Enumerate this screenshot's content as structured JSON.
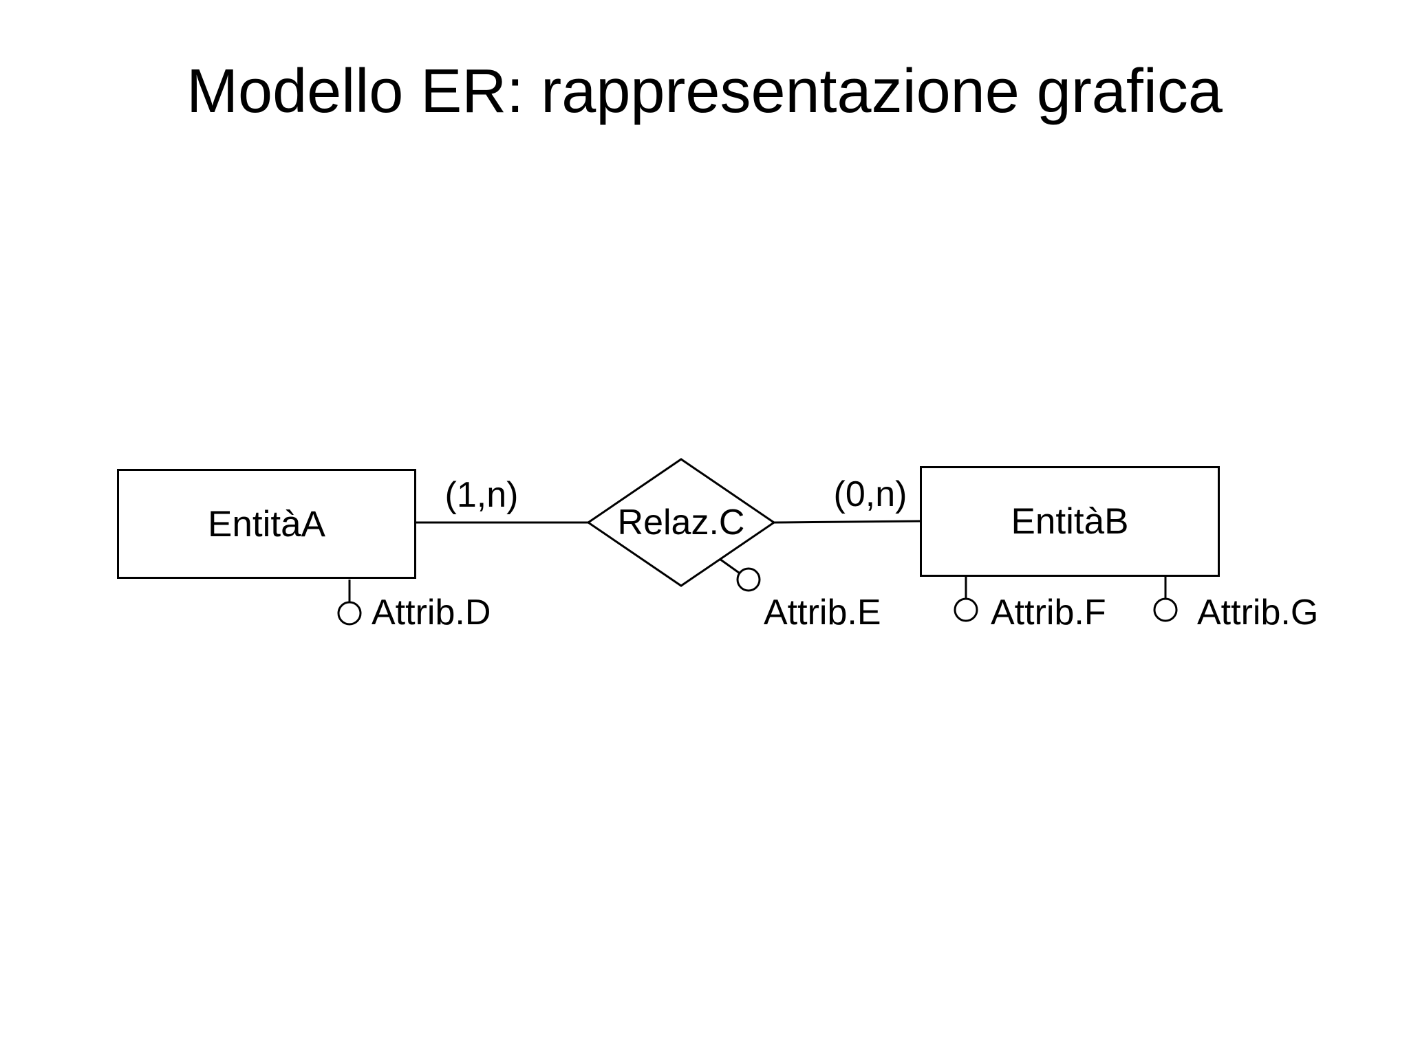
{
  "slide": {
    "title": "Modello ER: rappresentazione grafica",
    "background_color": "#ffffff",
    "line_color": "#000000",
    "text_color": "#000000"
  },
  "diagram": {
    "type": "entity-relationship",
    "entity_a": {
      "label": "EntitàA",
      "shape": "rectangle"
    },
    "entity_b": {
      "label": "EntitàB",
      "shape": "rectangle"
    },
    "relationship": {
      "label": "Relaz.C",
      "shape": "diamond"
    },
    "cardinality_left": {
      "label": "(1,n)",
      "on_link": "EntitàA–Relaz.C"
    },
    "cardinality_right": {
      "label": "(0,n)",
      "on_link": "Relaz.C–EntitàB"
    },
    "attributes": [
      {
        "label": "Attrib.D",
        "attached_to": "EntitàA"
      },
      {
        "label": "Attrib.E",
        "attached_to": "Relaz.C"
      },
      {
        "label": "Attrib.F",
        "attached_to": "EntitàB"
      },
      {
        "label": "Attrib.G",
        "attached_to": "EntitàB"
      }
    ]
  }
}
